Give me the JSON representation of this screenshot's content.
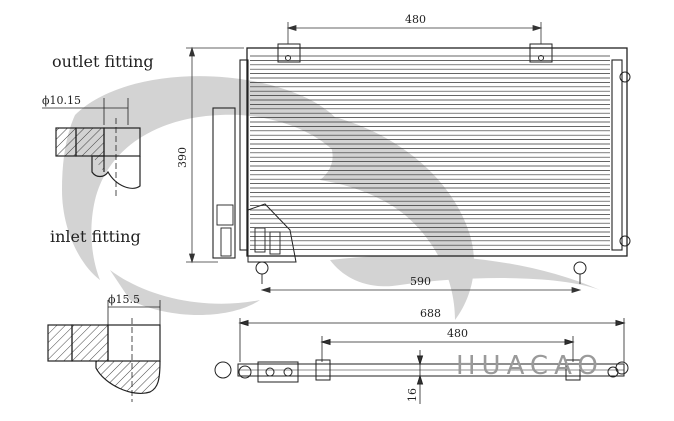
{
  "labels": {
    "outlet_fitting": "outlet fitting",
    "inlet_fitting": "inlet fitting",
    "outlet_diameter": "ϕ10.15",
    "inlet_diameter": "ϕ15.5"
  },
  "dimensions": {
    "top_width": "480",
    "height": "390",
    "bottom_width": "590",
    "side_overall": "688",
    "side_inner": "480",
    "side_thickness": "16"
  },
  "watermark": "HUACAO"
}
